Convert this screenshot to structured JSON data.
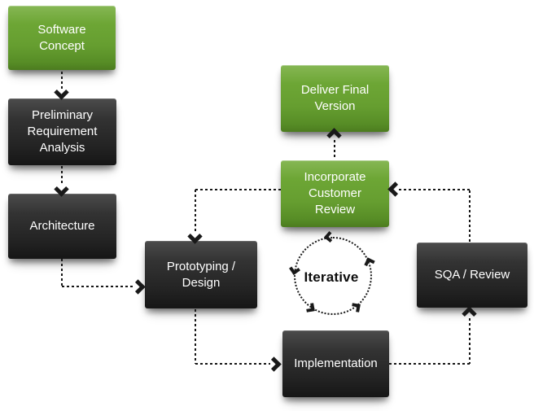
{
  "diagram": {
    "colors": {
      "node_green": "#69a233",
      "node_dark": "#2e2e2e",
      "node_text": "#ffffff",
      "arrow": "#1a1a1a",
      "background": "#ffffff"
    },
    "nodes": [
      {
        "id": "software-concept",
        "label": "Software Concept",
        "style": "green"
      },
      {
        "id": "preliminary-requirement-analysis",
        "label": "Preliminary Requirement Analysis",
        "style": "dark"
      },
      {
        "id": "architecture",
        "label": "Architecture",
        "style": "dark"
      },
      {
        "id": "prototyping-design",
        "label": "Prototyping / Design",
        "style": "dark"
      },
      {
        "id": "implementation",
        "label": "Implementation",
        "style": "dark"
      },
      {
        "id": "sqa-review",
        "label": "SQA / Review",
        "style": "dark"
      },
      {
        "id": "incorporate-customer-review",
        "label": "Incorporate Customer Review",
        "style": "green"
      },
      {
        "id": "deliver-final-version",
        "label": "Deliver Final Version",
        "style": "green"
      }
    ],
    "center_label": "Iterative",
    "connections": [
      {
        "from": "software-concept",
        "to": "preliminary-requirement-analysis",
        "line": "dotted"
      },
      {
        "from": "preliminary-requirement-analysis",
        "to": "architecture",
        "line": "dotted"
      },
      {
        "from": "architecture",
        "to": "prototyping-design",
        "line": "dotted"
      },
      {
        "from": "prototyping-design",
        "to": "implementation",
        "line": "dotted"
      },
      {
        "from": "implementation",
        "to": "sqa-review",
        "line": "dotted"
      },
      {
        "from": "sqa-review",
        "to": "incorporate-customer-review",
        "line": "dotted"
      },
      {
        "from": "incorporate-customer-review",
        "to": "prototyping-design",
        "line": "dotted"
      },
      {
        "from": "incorporate-customer-review",
        "to": "deliver-final-version",
        "line": "dotted"
      }
    ],
    "cycle": {
      "label": "Iterative",
      "direction": "counterclockwise",
      "arrowheads": 5,
      "line": "dotted"
    }
  }
}
